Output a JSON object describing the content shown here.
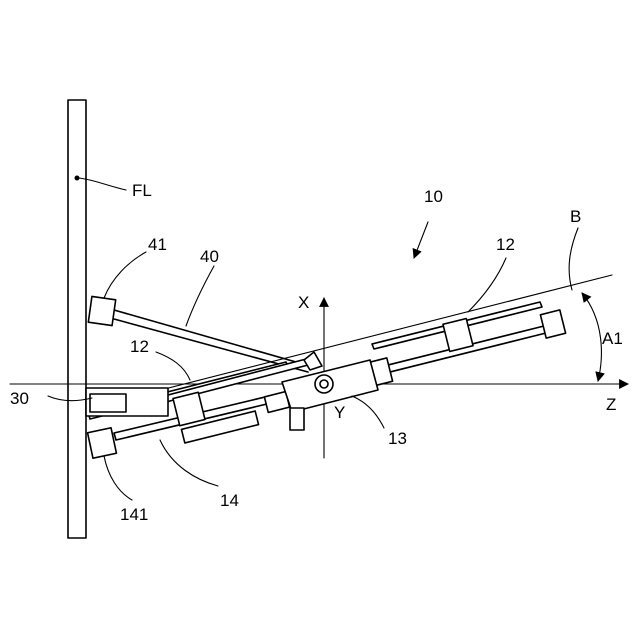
{
  "labels": {
    "floor": "FL",
    "device": "10",
    "axis_line": "B",
    "arm_upper": "12",
    "arm_lower": "12",
    "link": "40",
    "link_end": "41",
    "axis_x": "X",
    "axis_y": "Y",
    "axis_z": "Z",
    "angle": "A1",
    "base": "30",
    "hub": "13",
    "cylinder": "14",
    "cylinder_end": "141"
  }
}
